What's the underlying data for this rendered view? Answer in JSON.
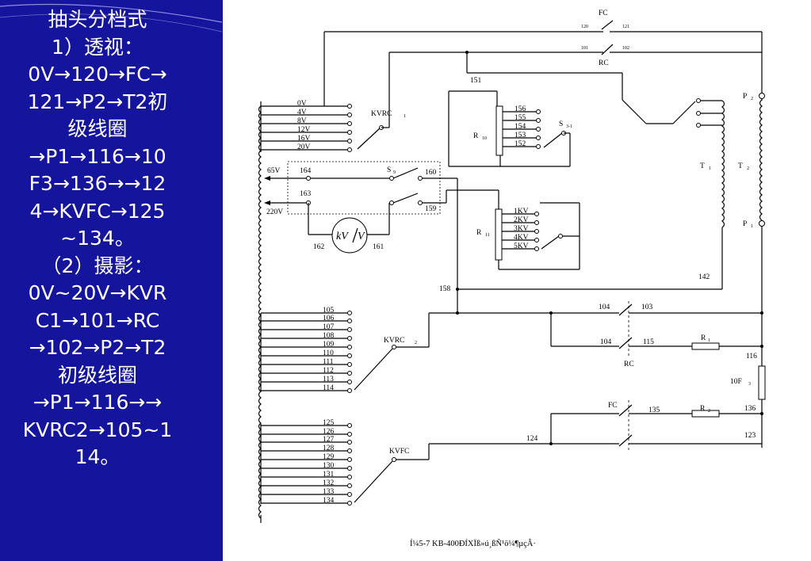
{
  "left_panel": {
    "lines": [
      "抽头分档式",
      "1）透视：",
      "0V→120→FC→",
      "121→P2→T2初",
      "级线圈",
      "→P1→116→10",
      "F3→136→→12",
      "4→KVFC→125",
      "~134。",
      "（2）摄影：",
      "0V~20V→KVR",
      "C1→101→RC",
      "→102→P2→T2",
      "初级线圈",
      "→P1→116→→",
      "KVRC2→105~1",
      "14。"
    ],
    "background": "#14149c",
    "text_color": "#ffffff"
  },
  "diagram": {
    "fc_top": "FC",
    "n120": "120",
    "n121": "121",
    "n101": "101",
    "n102": "102",
    "rc_top": "RC",
    "n151": "151",
    "taps_a": [
      "0V",
      "4V",
      "8V",
      "12V",
      "16V",
      "20V"
    ],
    "kvrc1": "KVRC",
    "kvrc1_sub": "1",
    "r10": "R",
    "r10_sub": "10",
    "taps_r10": [
      "156",
      "155",
      "154",
      "153",
      "152"
    ],
    "s31": "S",
    "s31_sub": "3-1",
    "p2": "P",
    "p2_sub": "2",
    "t1": "T",
    "t1_sub": "1",
    "t2": "T",
    "t2_sub": "2",
    "p1": "P",
    "p1_sub": "1",
    "v65": "65V",
    "n164": "164",
    "n163": "163",
    "v220": "220V",
    "s9": "S",
    "s9_sub": "9",
    "n160": "160",
    "n159": "159",
    "meter": "kV",
    "meter2": "V",
    "n162": "162",
    "n161": "161",
    "r11": "R",
    "r11_sub": "11",
    "taps_r11": [
      "1KV",
      "2KV",
      "3KV",
      "4KV",
      "5KV"
    ],
    "n142": "142",
    "n158": "158",
    "n104a": "104",
    "n103": "103",
    "n104b": "104",
    "n115": "115",
    "r1": "R",
    "r1_sub": "1",
    "rc_mid": "RC",
    "n116": "116",
    "f3": "10F",
    "f3_sub": "3",
    "taps_b": [
      "105",
      "106",
      "107",
      "108",
      "109",
      "110",
      "111",
      "112",
      "113",
      "114"
    ],
    "kvrc2": "KVRC",
    "kvrc2_sub": "2",
    "fc_mid": "FC",
    "n135": "135",
    "r2": "R",
    "r2_sub": "2",
    "n136": "136",
    "n124": "124",
    "n123": "123",
    "taps_c": [
      "125",
      "126",
      "127",
      "128",
      "129",
      "130",
      "131",
      "132",
      "133",
      "134"
    ],
    "kvfc": "KVFC",
    "caption": "Í¼5-7  KB-400ÐÍXÏß»ú¸ßÑ¹ö¼¶µçÂ·"
  }
}
